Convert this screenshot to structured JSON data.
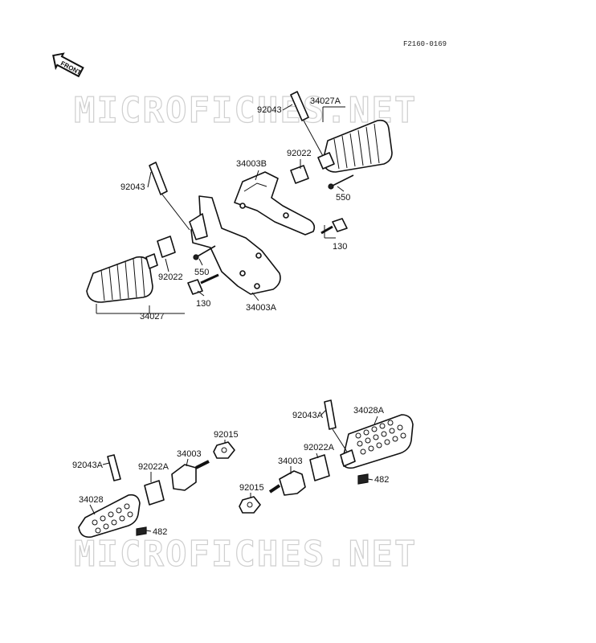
{
  "diagram": {
    "drawing_code": "F2160-0169",
    "front_badge": "FRONT",
    "watermark": "MICROFICHES.NET",
    "labels": {
      "p34027A": "34027A",
      "p92043_top": "92043",
      "p92022_top": "92022",
      "p550_top": "550",
      "p34003B": "34003B",
      "p130_right": "130",
      "p92043_left": "92043",
      "p92022_left": "92022",
      "p550_left": "550",
      "p130_left": "130",
      "p34003A": "34003A",
      "p34027": "34027",
      "p92043A_right": "92043A",
      "p34028A": "34028A",
      "p92022A_right": "92022A",
      "p34003_right": "34003",
      "p482_right": "482",
      "p92015_top": "92015",
      "p92015_bottom": "92015",
      "p34003_left": "34003",
      "p92043A_left": "92043A",
      "p92022A_left": "92022A",
      "p34028": "34028",
      "p482_left": "482"
    }
  }
}
